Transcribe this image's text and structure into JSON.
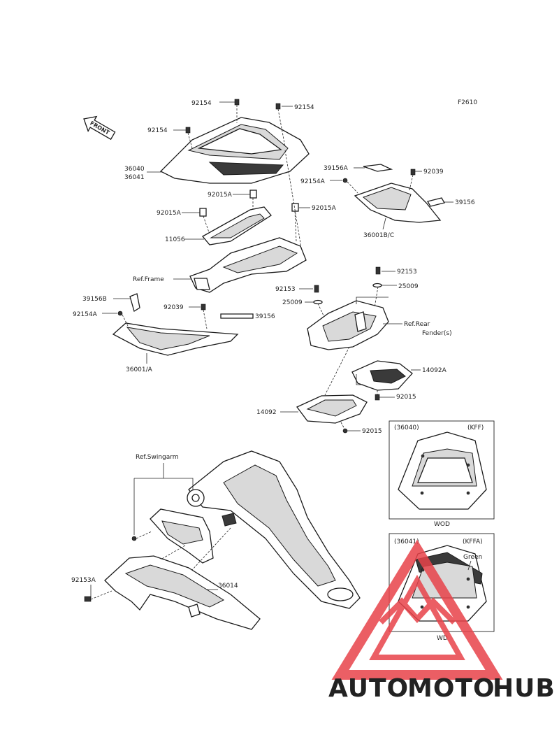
{
  "diagram_code": "F2610",
  "front_label": "FRONT",
  "labels": {
    "p92154_a": "92154",
    "p92154_b": "92154",
    "p92154_c": "92154",
    "p36040": "36040",
    "p36041": "36041",
    "p92015A_a": "92015A",
    "p92015A_b": "92015A",
    "p92015A_c": "92015A",
    "p11056": "11056",
    "ref_frame": "Ref.Frame",
    "p39156A": "39156A",
    "p92039_a": "92039",
    "p92154A_a": "92154A",
    "p39156_a": "39156",
    "p36001BC": "36001B/C",
    "p92153_a": "92153",
    "p25009_a": "25009",
    "p92153_b": "92153",
    "p25009_b": "25009",
    "ref_rear_1": "Ref.Rear",
    "ref_rear_2": "Fender(s)",
    "p39156B": "39156B",
    "p92154A_b": "92154A",
    "p92039_b": "92039",
    "p39156_b": "39156",
    "p36001A": "36001/A",
    "p14092A": "14092A",
    "p92015_a": "92015",
    "p14092": "14092",
    "p92015_b": "92015",
    "ref_swingarm": "Ref.Swingarm",
    "p92153A": "92153A",
    "p36014": "36014"
  },
  "inset_top": {
    "part": "(36040)",
    "code": "(KFF)",
    "color": "WOD"
  },
  "inset_bottom": {
    "part": "(36041)",
    "code": "(KFFA)",
    "color_note": "Green",
    "color": "WD"
  },
  "watermark": {
    "part1": "AUTO",
    "part2": "MOTO",
    "part3": "HUB"
  },
  "colors": {
    "watermark_red": "#e8434a",
    "watermark_orange": "#f0a030",
    "watermark_gray": "#8a8a8a",
    "line": "#1a1a1a"
  }
}
